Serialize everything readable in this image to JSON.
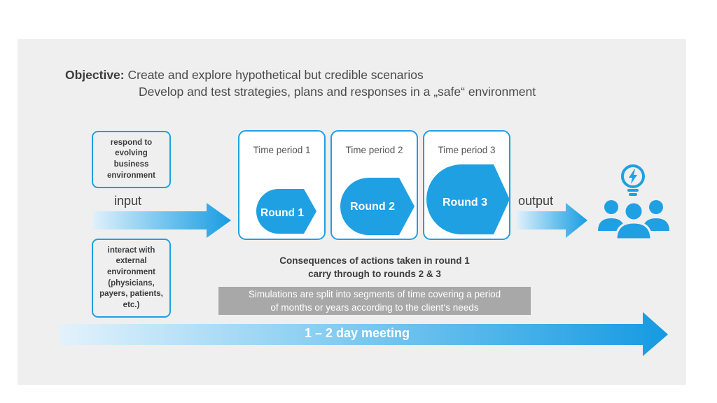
{
  "objective": {
    "label": "Objective:",
    "line1": "Create and explore hypothetical but credible scenarios",
    "line2": "Develop and test strategies, plans and responses in a „safe“ environment"
  },
  "inputs": {
    "box_top": "respond to evolving business environment",
    "box_bottom": "interact with external environment (physicians, payers, patients, etc.)",
    "input_label": "input"
  },
  "periods": [
    {
      "label": "Time period 1",
      "round": "Round 1"
    },
    {
      "label": "Time period 2",
      "round": "Round 2"
    },
    {
      "label": "Time period 3",
      "round": "Round 3"
    }
  ],
  "output_label": "output",
  "consequences": {
    "line1": "Consequences of actions taken in round 1",
    "line2": "carry through to rounds 2 & 3"
  },
  "note": {
    "line1": "Simulations are split into segments of time covering a period",
    "line2": "of months or years according to the client‘s needs"
  },
  "timeline_label": "1 – 2 day meeting",
  "colors": {
    "accent": "#1fa0e3",
    "panel": "#efefef",
    "note_bg": "#a8a8a8"
  },
  "icons": [
    "lightbulb-icon",
    "lightning-icon",
    "people-group-icon"
  ]
}
